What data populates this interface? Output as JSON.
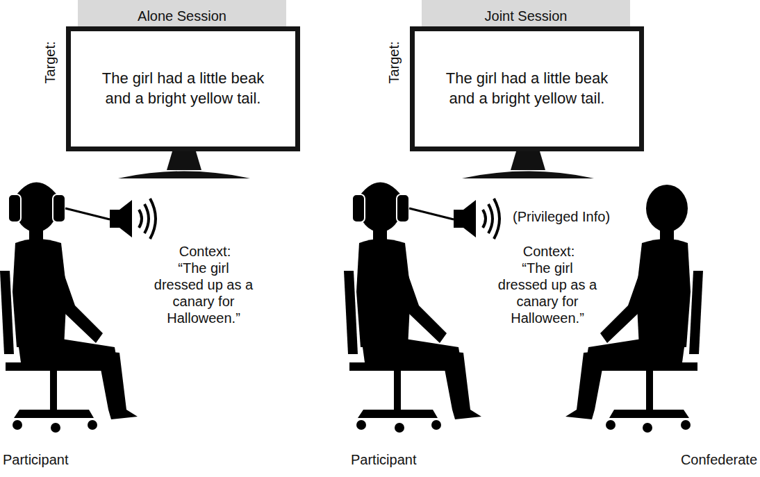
{
  "diagram": {
    "nodes": [
      {
        "text": [
          "Alone Session"
        ]
      },
      {
        "text": [
          "The girl had a little beak and a bright yellow tail."
        ]
      },
      {
        "text": [
          "Joint Session"
        ]
      },
      {
        "text": [
          "The girl had a little beak and a bright yellow tail."
        ]
      }
    ],
    "labels": [
      "Target:",
      "Context:",
      "“The girl dressed up as a canary for Halloween.”",
      "Participant",
      "Target:",
      "(Privileged Info)",
      "Context:",
      "“The girl dressed up as a canary for Halloween.”",
      "Participant",
      "Confederate"
    ]
  }
}
